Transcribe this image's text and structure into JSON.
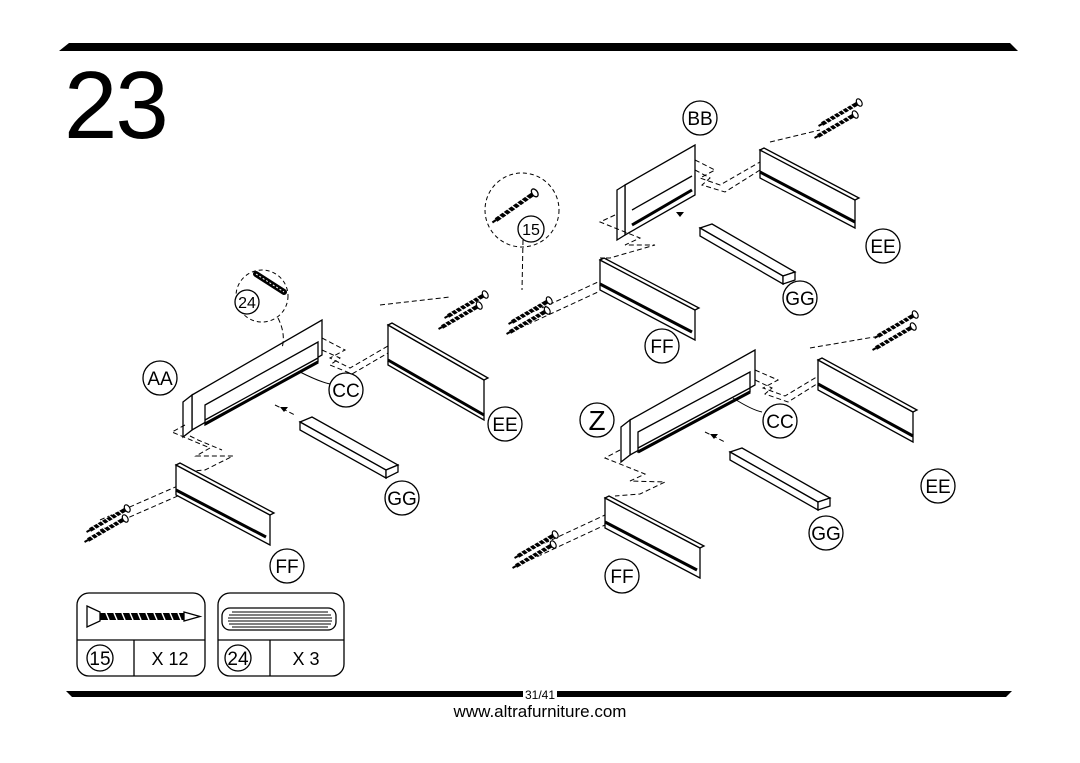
{
  "step": {
    "number": "23"
  },
  "parts": {
    "aa": "AA",
    "bb": "BB",
    "cc": "CC",
    "ee": "EE",
    "ff": "FF",
    "gg": "GG",
    "z": "Z",
    "screw": "15",
    "dowel": "24"
  },
  "hardware": [
    {
      "id": "15",
      "qty": "X 12",
      "icon": "screw-icon"
    },
    {
      "id": "24",
      "qty": "X 3",
      "icon": "dowel-icon"
    }
  ],
  "footer": {
    "page": "31/41",
    "website": "www.altrafurniture.com"
  }
}
